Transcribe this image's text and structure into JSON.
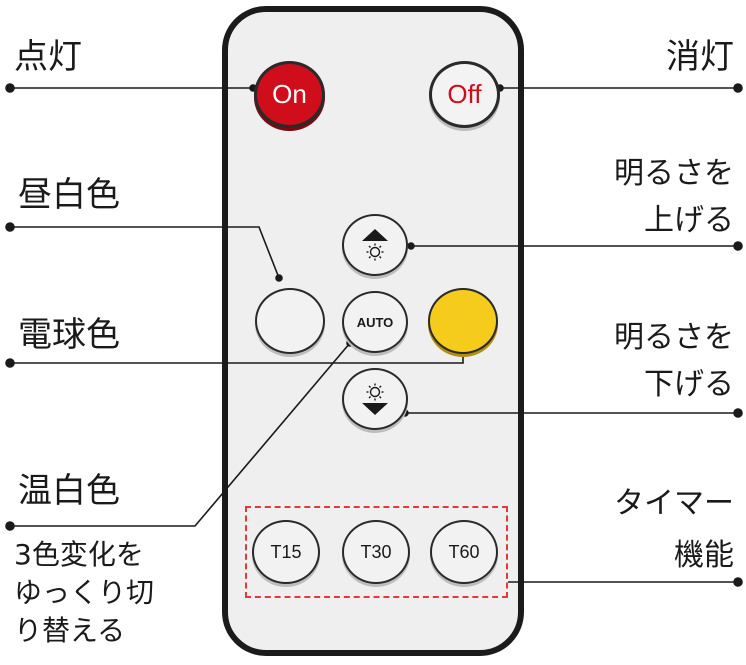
{
  "buttons": {
    "on_label": "On",
    "off_label": "Off",
    "auto_label": "AUTO",
    "t15_label": "T15",
    "t30_label": "T30",
    "t60_label": "T60"
  },
  "labels": {
    "light_on": "点灯",
    "light_off": "消灯",
    "daylight_color": "昼白色",
    "bulb_color": "電球色",
    "warm_white": "温白色",
    "three_color_cycle": "3色変化を\nゆっくり切\nり替える",
    "brighten": "明るさを\n上げる",
    "dim": "明るさを\n下げる",
    "timer": "タイマー\n機能"
  },
  "icons": {
    "brightness_up": "sun-with-up-triangle-icon",
    "brightness_down": "sun-with-down-triangle-icon"
  },
  "colors": {
    "on_button": "#cf0d1b",
    "bulb_button": "#f5cc1c",
    "timer_highlight": "#e03a3a",
    "remote_body": "#efefef",
    "remote_border": "#1b1b1b"
  }
}
